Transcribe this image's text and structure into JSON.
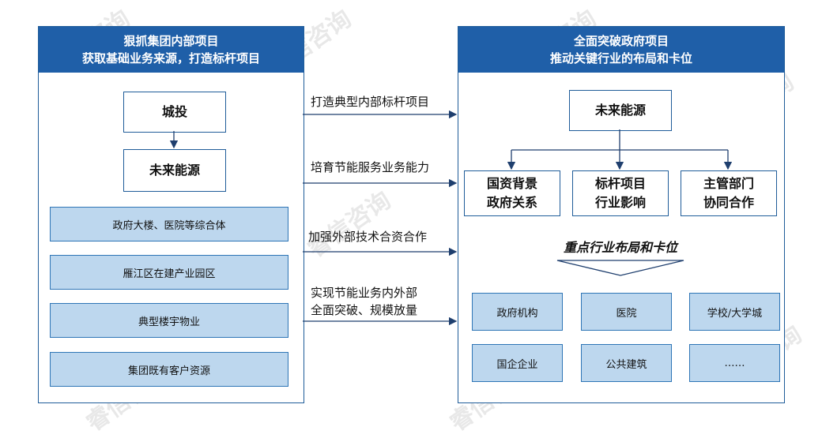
{
  "left_panel": {
    "header_line1": "狠抓集团内部项目",
    "header_line2": "获取基础业务来源，打造标杆项目",
    "box_chengtou": "城投",
    "box_future": "未来能源",
    "items": [
      "政府大楼、医院等综合体",
      "雁江区在建产业园区",
      "典型楼宇物业",
      "集团既有客户资源"
    ]
  },
  "right_panel": {
    "header_line1": "全面突破政府项目",
    "header_line2": "推动关键行业的布局和卡位",
    "box_future": "未来能源",
    "branches": [
      {
        "line1": "国资背景",
        "line2": "政府关系"
      },
      {
        "line1": "标杆项目",
        "line2": "行业影响"
      },
      {
        "line1": "主管部门",
        "line2": "协同合作"
      }
    ],
    "subtitle": "重点行业布局和卡位",
    "sectors": [
      "政府机构",
      "医院",
      "学校/大学城",
      "国企企业",
      "公共建筑",
      "……"
    ]
  },
  "connectors": {
    "c1": "打造典型内部标杆项目",
    "c2": "培育节能服务业务能力",
    "c3": "加强外部技术合资合作",
    "c4_line1": "实现节能业务内外部",
    "c4_line2": "全面突破、规模放量"
  },
  "watermark": "睿信咨询"
}
